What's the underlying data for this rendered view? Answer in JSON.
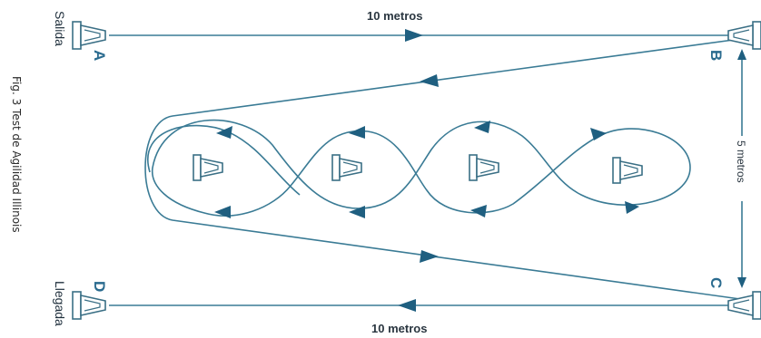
{
  "caption": "Fig. 3 Test de Agilidad Illinois",
  "labels": {
    "top_distance": "10 metros",
    "bottom_distance": "10 metros",
    "side_distance": "5 metros",
    "start": "Salida",
    "finish": "Llegada",
    "cone_a": "A",
    "cone_b": "B",
    "cone_c": "C",
    "cone_d": "D"
  }
}
